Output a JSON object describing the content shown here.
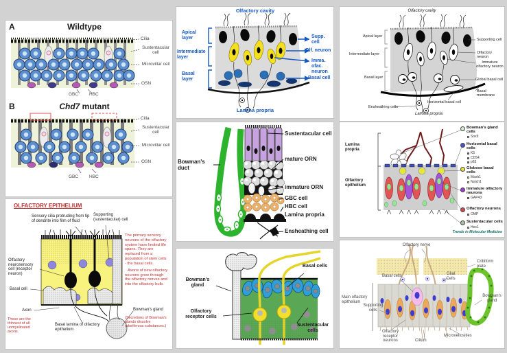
{
  "p1": {
    "a": "A",
    "b": "B",
    "title_a": "Wildtype",
    "gene_b": "Chd7",
    "rest_b": " mutant",
    "cilia": "Cilia",
    "sust": "Sustentacular cell",
    "micro": "Microvillar cell",
    "osn": "OSN",
    "gbc": "GBC",
    "hbc": "HBC"
  },
  "p2": {
    "title": "Olfactory cavity",
    "apical": "Apical layer",
    "inter": "Intermediate layer",
    "basal": "Basal layer",
    "supp": "Supp. cell",
    "olf": "Olf. neuron",
    "imma": "Imma. ofac. neuron",
    "basal_cell": "Basal cell",
    "lamina": "Lamina propria",
    "accent": "#1358c5"
  },
  "p3": {
    "title": "Olfactory cavity",
    "apical": "Apical layer",
    "inter": "Intermediate layer",
    "basal": "Basal layer",
    "supporting": "Supporting cell",
    "neuron": "Olfactory neuron",
    "immature": "Immature olfactory neuron",
    "globose": "Global basal cell",
    "membrane": "Basal membrane",
    "ensheathing": "Ensheathing cells",
    "horizontal": "Horizontal basal cell",
    "lamina": "Lamina propria"
  },
  "p4": {
    "duct": "Bowman's duct",
    "sust": "Sustentacular cell",
    "mature": "mature ORN",
    "immature": "immature ORN",
    "gbc": "GBC cell",
    "hbc": "HBC cell",
    "lamina": "Lamina propria",
    "ensheathing": "Ensheathing cell"
  },
  "p5": {
    "lamina": "Lamina propria",
    "epithelium": "Olfactory epithelium",
    "legend": [
      {
        "label": "Bowman's gland cells",
        "markers": [
          "Sox9"
        ],
        "color": "#d4eccd"
      },
      {
        "label": "Horizontal basal cells",
        "markers": [
          "K5",
          "CD54",
          "p63"
        ],
        "color": "#4a56c8"
      },
      {
        "label": "Globose basal cells",
        "markers": [
          "Mash1",
          "Notch1"
        ],
        "color": "#e3e43c"
      },
      {
        "label": "Immature olfactory neurons",
        "markers": [
          "GAP43"
        ],
        "color": "#9a3ecb"
      },
      {
        "label": "Olfactory neurons",
        "markers": [
          "OMP"
        ],
        "color": "#d84848"
      },
      {
        "label": "Sustentacular cells",
        "markers": [
          "Hes1"
        ],
        "color": "#a9c3ab"
      }
    ],
    "credit": "Trends in Molecular Medicine"
  },
  "p6": {
    "title": "OLFACTORY EPITHELIUM",
    "cilia": "Sensory cilia protruding from tip of dendrite into film of fluid",
    "supporting": "Supporting (sustentacular) cell",
    "neuron": "Olfactory neurosensory cell (receptor neuron)",
    "basal": "Basal cell",
    "axon": "Axon",
    "lamina": "Basal lamina of olfactory epithelium",
    "gland": "Bowman's gland",
    "note_main": "The primary sensory neurons of the olfactory system have limited life spans. They are replaced from a population of stem cells - the basal cells.",
    "note_grow": "Axons of new olfactory neurons grow through the olfactory nerves and into the olfactory bulb.",
    "note_thinnest": "These are the thinnest of all unmyelinated axons.",
    "note_secretions": "(Secretions of Bowman's glands dissolve odoriferous substances.)"
  },
  "p7": {
    "gland": "Bowman's gland",
    "basal": "Basal cells",
    "receptor": "Olfactory receptor cells",
    "sust": "Sustentacular cells"
  },
  "p8": {
    "nerve": "Olfactory nerve",
    "cribiform": "Cribiform plate",
    "glial": "Glial Cells",
    "basal": "Basal cells",
    "gland": "Bowman's gland",
    "main": "Main olfactory epithelium",
    "supporting": "Supporting cells",
    "receptor": "Olfactory receptor neurons",
    "cilium": "Cilium",
    "micro": "Microvellosities"
  }
}
